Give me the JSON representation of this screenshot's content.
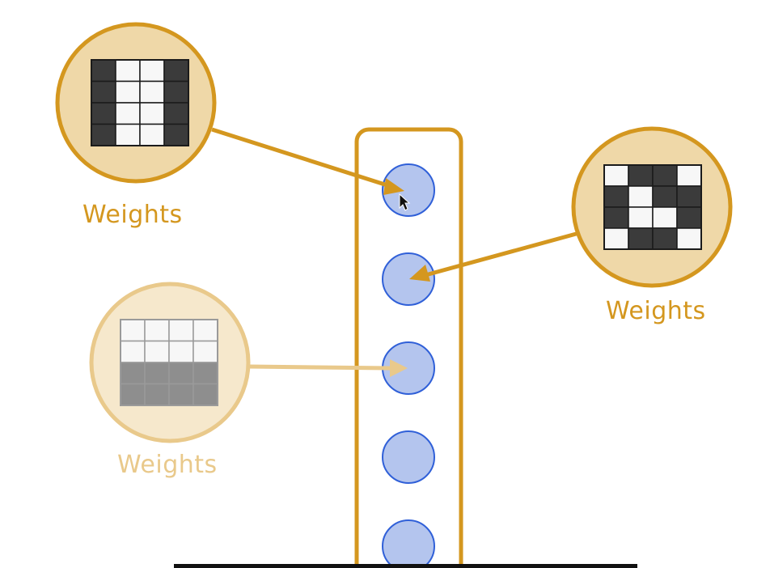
{
  "colors": {
    "gold": "#D4971F",
    "gold_faded": "#E9C98B",
    "circle_fill": "#EFD8A8",
    "circle_fill_faded": "#F6E8CC",
    "neuron_fill": "#B4C5EE",
    "neuron_stroke": "#3060D8",
    "dark_cell": "#3B3B3B",
    "gray_cell": "#8E8E8E",
    "light_cell": "#F7F7F7"
  },
  "labels": {
    "weights_top_left": "Weights",
    "weights_right": "Weights",
    "weights_faded": "Weights"
  },
  "weights": {
    "top_left": {
      "grid": [
        [
          1,
          0,
          0,
          1
        ],
        [
          1,
          0,
          0,
          1
        ],
        [
          1,
          0,
          0,
          1
        ],
        [
          1,
          0,
          0,
          1
        ]
      ]
    },
    "right": {
      "grid": [
        [
          0,
          1,
          1,
          0
        ],
        [
          1,
          0,
          1,
          1
        ],
        [
          1,
          0,
          0,
          1
        ],
        [
          0,
          1,
          1,
          0
        ]
      ]
    },
    "faded": {
      "grid": [
        [
          0,
          0,
          0,
          0
        ],
        [
          0,
          0,
          0,
          0
        ],
        [
          2,
          2,
          2,
          2
        ],
        [
          2,
          2,
          2,
          2
        ]
      ]
    }
  },
  "layer": {
    "neuron_count_visible": 5
  }
}
